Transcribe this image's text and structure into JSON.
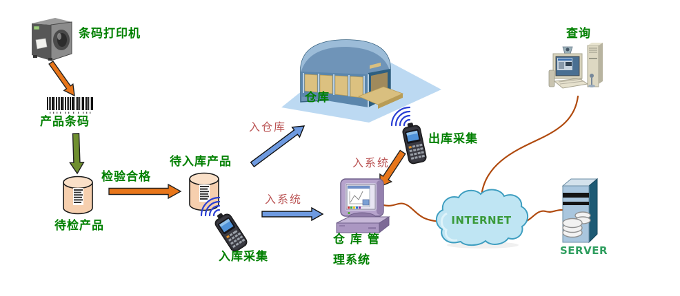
{
  "diagram_title": "",
  "colors": {
    "label_green": "#008000",
    "label_red": "#bb5555",
    "label_en_green": "#3a9a3a",
    "arrow_orange": "#e8761a",
    "arrow_blue": "#6e9ae0",
    "arrow_olive": "#6f8f2f",
    "connection_line_brown": "#b04a0e",
    "cloud_fill": "#bfe5f3",
    "cylinder_fill": "#f6cfae",
    "warehouse_blue": "#6f94b8"
  },
  "nodes": {
    "printer": {
      "label": "条码打印机"
    },
    "product_barcode": {
      "label": "产品条码"
    },
    "pending_inspection": {
      "label": "待检产品"
    },
    "pending_storage": {
      "label": "待入库产品"
    },
    "inbound_scanner": {
      "label": "入库采集"
    },
    "warehouse": {
      "label": "仓库"
    },
    "outbound_scanner": {
      "label": "出库采集"
    },
    "wms": {
      "label_line1": "仓 库 管",
      "label_line2": "理系统"
    },
    "internet": {
      "label": "INTERNET"
    },
    "query_pc": {
      "label": "查询"
    },
    "server": {
      "label": "SERVER"
    }
  },
  "edges": {
    "inspection_pass": {
      "label": "检验合格",
      "color": "#e8761a"
    },
    "into_warehouse": {
      "label": "入仓库",
      "color": "#6e9ae0"
    },
    "into_system_inbound": {
      "label": "入系统",
      "color": "#6e9ae0"
    },
    "into_system_outbound": {
      "label": "入系统",
      "color": "#e8761a"
    }
  }
}
